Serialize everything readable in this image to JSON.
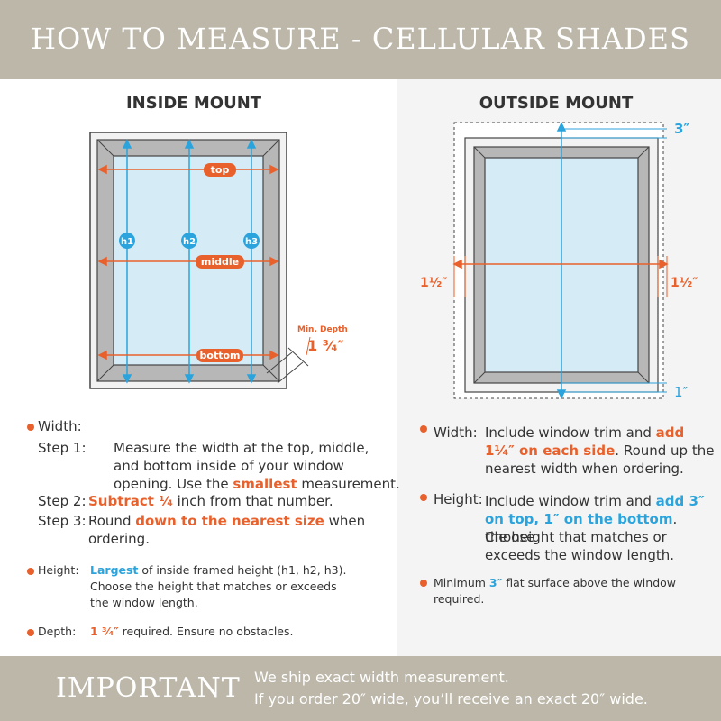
{
  "header": {
    "title": "HOW TO MEASURE - CELLULAR SHADES"
  },
  "inside": {
    "title": "INSIDE MOUNT",
    "diagram": {
      "top": "top",
      "middle": "middle",
      "bottom": "bottom",
      "h1": "h1",
      "h2": "h2",
      "h3": "h3",
      "min_depth": "Min. Depth",
      "depth_value": "1 ³⁄₄″"
    },
    "width": {
      "label": "Width:",
      "step1_label": "Step 1:",
      "step1_a": "Measure the width at the top, middle,",
      "step1_b": "and bottom inside of your window",
      "step1_c": "opening. Use the",
      "step1_hl": "smallest",
      "step1_d": "measurement.",
      "step2_label": "Step 2:",
      "step2_hl": "Subtract ¹⁄₄",
      "step2_rest": "inch from that number.",
      "step3_label": "Step 3:",
      "step3_a": "Round",
      "step3_hl": "down to the nearest size",
      "step3_b": "when",
      "step3_c": "ordering."
    },
    "height": {
      "label": "Height:",
      "hl": "Largest",
      "rest": "of inside framed height (h1, h2, h3).",
      "line2": "Choose the height that matches or exceeds",
      "line3": "the window length."
    },
    "depth": {
      "label": "Depth:",
      "hl": "1 ³⁄₄″",
      "rest": "required. Ensure no obstacles."
    }
  },
  "outside": {
    "title": "OUTSIDE MOUNT",
    "diagram": {
      "top": "3″",
      "bottom": "1″",
      "left": "1¹⁄₂″",
      "right": "1¹⁄₂″"
    },
    "width": {
      "label": "Width:",
      "a": "Include window trim and",
      "hl1": "add",
      "hl2": "1¹⁄₄″ on each side",
      "b": ". Round up the",
      "c": "nearest width when ordering."
    },
    "height": {
      "label": "Height:",
      "a": "Include window trim and",
      "hl1": "add 3″",
      "hl2": "on top, 1″ on the bottom",
      "b": ". Choose",
      "c": "the height that matches or",
      "d": "exceeds the window length."
    },
    "minimum": {
      "a": "Minimum",
      "hl": "3″",
      "b": "flat surface above the window",
      "c": "required."
    }
  },
  "footer": {
    "title": "IMPORTANT",
    "line1": "We ship exact width measurement.",
    "line2": "If you order 20″ wide, you’ll receive an exact 20″ wide."
  },
  "colors": {
    "orange": "#e8612c",
    "blue": "#2ba3dc",
    "band": "#bcb7a9",
    "glass": "#d5ecf7"
  }
}
